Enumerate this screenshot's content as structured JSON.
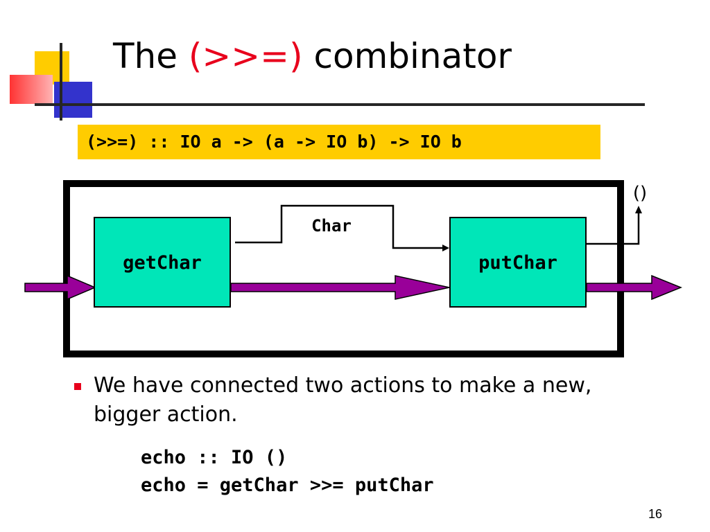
{
  "slide": {
    "title_prefix": "The ",
    "title_accent": "(>>=)",
    "title_suffix": " combinator",
    "type_signature": "(>>=) :: IO a -> (a -> IO b) -> IO b",
    "diagram": {
      "box_left_label": "getChar",
      "box_right_label": "putChar",
      "wire_label": "Char",
      "output_label": "()"
    },
    "bullet": "We have connected two actions to make a new, bigger action.",
    "code": [
      "echo :: IO ()",
      "echo = getChar >>= putChar"
    ],
    "slide_number": "16",
    "colors": {
      "accent": "#e8001c",
      "highlight": "#ffcc00",
      "box_fill": "#00e6b8",
      "arrow_fill": "#990099"
    }
  }
}
